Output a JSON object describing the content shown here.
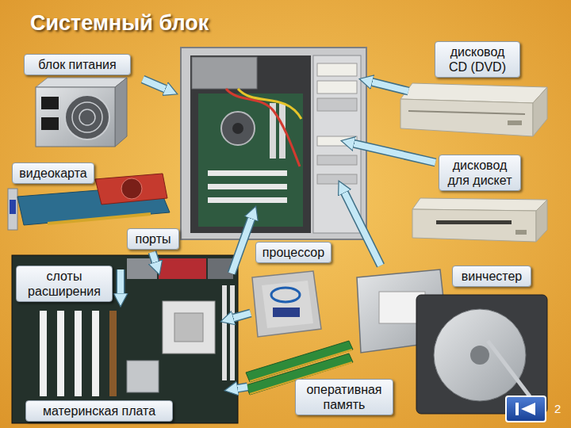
{
  "diagram": {
    "title": "Системный блок",
    "nodes": [
      {
        "text": [
          "блок питания"
        ]
      },
      {
        "text": [
          "дисковод CD (DVD)"
        ]
      },
      {
        "text": [
          "видеокарта"
        ]
      },
      {
        "text": [
          "дисковод для дискет"
        ]
      },
      {
        "text": [
          "порты"
        ]
      },
      {
        "text": [
          "процессор"
        ]
      },
      {
        "text": [
          "слоты расширения"
        ]
      },
      {
        "text": [
          "винчестер"
        ]
      },
      {
        "text": [
          "материнская плата"
        ]
      },
      {
        "text": [
          "оперативная память"
        ]
      }
    ],
    "labels": [
      "2"
    ]
  }
}
